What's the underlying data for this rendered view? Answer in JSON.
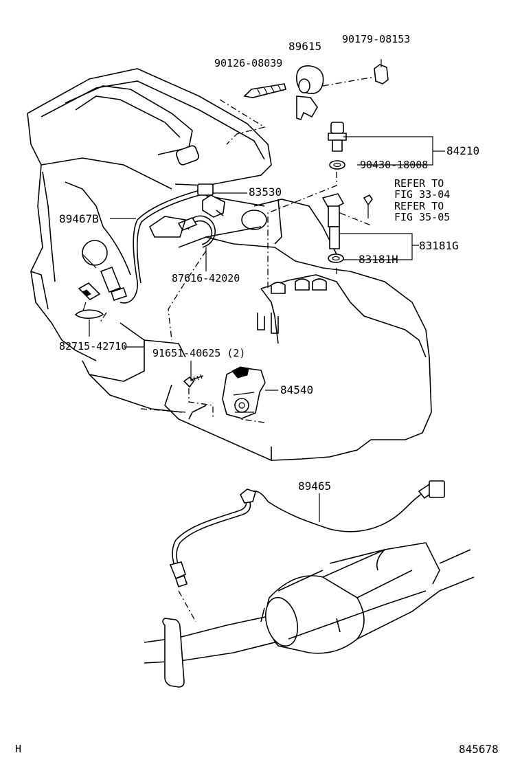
{
  "labels": {
    "p89615": "89615",
    "p90179_08153": "90179-08153",
    "p90126_08039": "90126-08039",
    "p84210": "84210",
    "p90430_18008": "90430-18008",
    "p83530": "83530",
    "refer_1a": "REFER TO",
    "refer_1b": "FIG 33-04",
    "refer_2a": "REFER TO",
    "refer_2b": "FIG 35-05",
    "p89467B": "89467B",
    "p83181G": "83181G",
    "p83181H": "83181H",
    "p87616_42020": "87616-42020",
    "p82715_42710": "82715-42710",
    "p91651_40625": "91651-40625 (2)",
    "p84540": "84540",
    "p89465": "89465"
  },
  "footer": {
    "left": "H",
    "right": "845678"
  }
}
